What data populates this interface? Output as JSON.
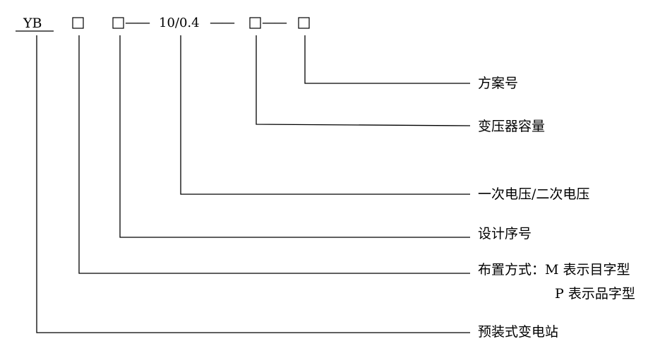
{
  "code": {
    "prefix": "YB",
    "slot_symbol": "□",
    "dash": "——",
    "voltage": "10/0.4"
  },
  "labels": {
    "scheme_no": "方案号",
    "transformer_capacity": "变压器容量",
    "voltage": "一次电压/二次电压",
    "design_no": "设计序号",
    "layout_line1": "布置方式：M 表示目字型",
    "layout_line2": "P  表示品字型",
    "substation": "预装式变电站"
  }
}
